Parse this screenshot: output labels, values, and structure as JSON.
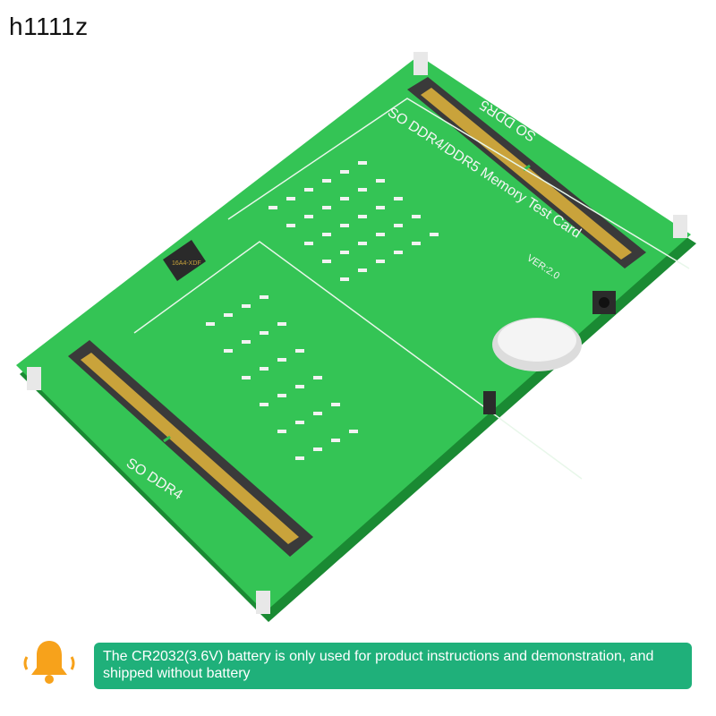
{
  "brand": "h1111z",
  "board": {
    "title_main": "SO DDR4/DDR5 Memory Test Card",
    "version": "VER:2.0",
    "slot_top_label": "SO DDR5",
    "slot_left_label": "SO DDR4",
    "chip_label": "16A4-XDF"
  },
  "notice": {
    "text": "The CR2032(3.6V) battery is only used for product instructions and demonstration, and shipped without battery"
  },
  "colors": {
    "pcb": "#2fbf4f",
    "pcb_dark": "#1f9e3a",
    "notice_bg": "#1fb07a",
    "bell": "#f7a21b"
  }
}
